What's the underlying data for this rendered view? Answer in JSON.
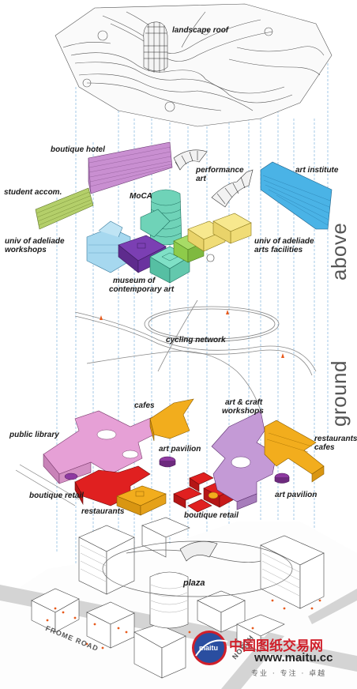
{
  "labels": {
    "landscape_roof": "landscape roof",
    "boutique_hotel": "boutique hotel",
    "performance_art_1": "performance",
    "performance_art_2": "art",
    "art_institute": "art institute",
    "student_accom": "student accom.",
    "moca": "MoCA",
    "univ_workshops_1": "univ of adeliade",
    "univ_workshops_2": "workshops",
    "univ_arts_1": "univ of adeliade",
    "univ_arts_2": "arts facilities",
    "museum_1": "museum of",
    "museum_2": "contemporary art",
    "cycling_network": "cycling network",
    "cafes": "cafes",
    "art_craft_1": "art & craft",
    "art_craft_2": "workshops",
    "public_library": "public library",
    "restaurants_cafes_1": "restaurants",
    "restaurants_cafes_2": "cafes",
    "art_pavilion_left": "art pavilion",
    "boutique_retail_left": "boutique retail",
    "restaurants": "restaurants",
    "boutique_retail_center": "boutique retail",
    "art_pavilion_right": "art pavilion",
    "plaza": "plaza"
  },
  "side_labels": {
    "above": "above",
    "ground": "ground"
  },
  "road_labels": {
    "frome_road": "FROME ROAD",
    "north": "NORTH"
  },
  "watermark": {
    "logo_text": "maitu",
    "site_name": "中国图纸交易网",
    "url": "www.maitu.cc",
    "tagline": "专业 · 专注 · 卓越"
  },
  "colors": {
    "hotel": "#c98fd1",
    "student": "#b4cf6a",
    "institute": "#4ab3e6",
    "moca": "#6fd3b8",
    "workshops": "#a6d8ef",
    "museum": "#7b3fb3",
    "arts": "#f3e07a",
    "green": "#8ecb4a",
    "library": "#e6a0d6",
    "cafes": "#f2ad1d",
    "retail": "#e02020",
    "artcraft": "#c49ad6",
    "pavilion": "#8e3aa1",
    "cycle": "#888888",
    "flame": "#e85a1c"
  }
}
